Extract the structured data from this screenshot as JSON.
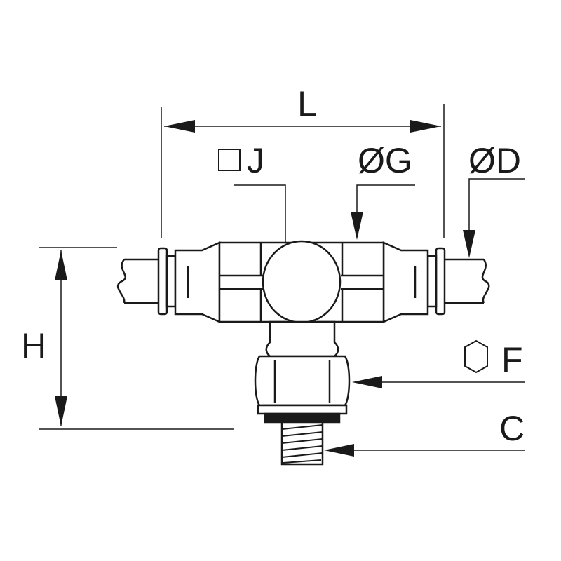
{
  "labels": {
    "length": "L",
    "hex_wrench_size": "J",
    "body_diameter": "ØG",
    "tube_diameter": "ØD",
    "height": "H",
    "hex_nut_size": "F",
    "thread": "C"
  },
  "colors": {
    "line": "#1a1a1a",
    "background": "#ffffff"
  }
}
